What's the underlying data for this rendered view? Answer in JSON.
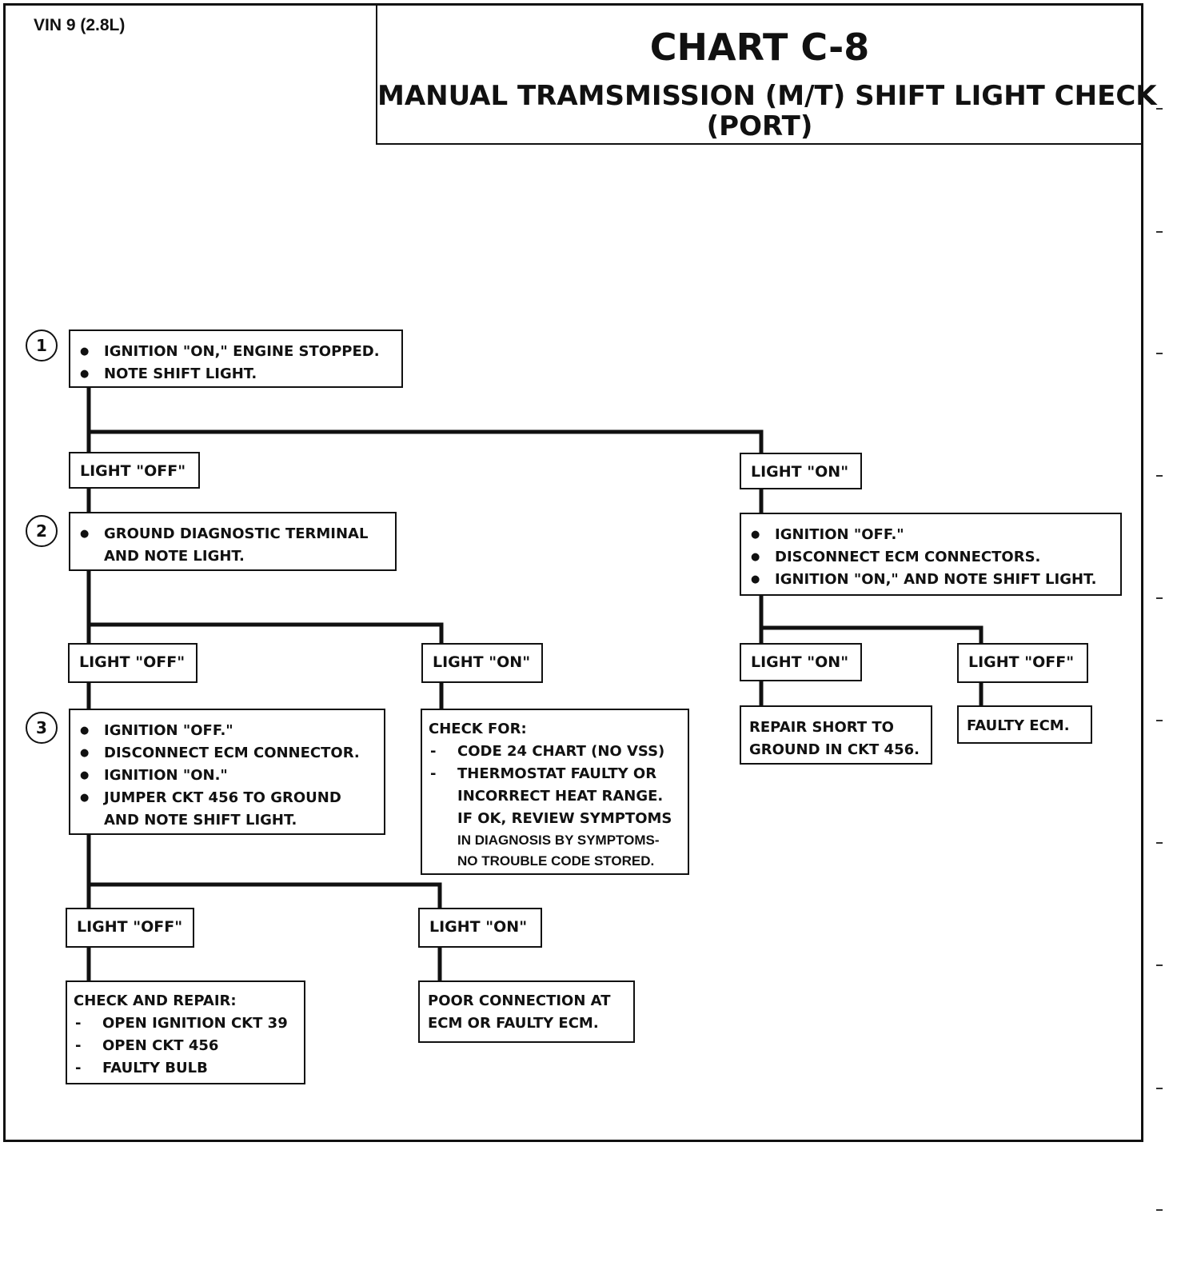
{
  "vin": "VIN 9 (2.8L)",
  "title": {
    "chart": "CHART C-8",
    "line1": "MANUAL TRAMSMISSION (M/T) SHIFT LIGHT CHECK",
    "line2": "(PORT)"
  },
  "steps": {
    "s1": "1",
    "s2": "2",
    "s3": "3"
  },
  "nodes": {
    "step1": {
      "items": [
        "IGNITION \"ON,\" ENGINE STOPPED.",
        "NOTE SHIFT LIGHT."
      ]
    },
    "step1_off": "LIGHT \"OFF\"",
    "step1_on": "LIGHT \"ON\"",
    "step2": {
      "items": [
        "GROUND DIAGNOSTIC TERMINAL AND NOTE LIGHT."
      ]
    },
    "right_check": {
      "items": [
        "IGNITION \"OFF.\"",
        "DISCONNECT ECM CONNECTORS.",
        "IGNITION \"ON,\" AND NOTE SHIFT LIGHT."
      ]
    },
    "step2_off": "LIGHT \"OFF\"",
    "step2_on": "LIGHT \"ON\"",
    "right_on": "LIGHT \"ON\"",
    "right_off": "LIGHT \"OFF\"",
    "step3": {
      "items": [
        "IGNITION \"OFF.\"",
        "DISCONNECT ECM CONNECTOR.",
        "IGNITION \"ON.\"",
        "JUMPER CKT 456 TO GROUND AND NOTE SHIFT LIGHT."
      ]
    },
    "check_for": {
      "heading": "CHECK FOR:",
      "items": [
        "CODE 24 CHART (NO VSS)",
        "THERMOSTAT FAULTY OR INCORRECT HEAT RANGE."
      ],
      "note1": "IF OK, REVIEW SYMPTOMS",
      "note2": "IN DIAGNOSIS BY SYMPTOMS-",
      "note3": "NO TROUBLE CODE STORED."
    },
    "repair_short": "REPAIR SHORT TO GROUND IN CKT 456.",
    "faulty_ecm": "FAULTY ECM.",
    "step3_off": "LIGHT \"OFF\"",
    "step3_on": "LIGHT \"ON\"",
    "check_repair": {
      "heading": "CHECK AND REPAIR:",
      "items": [
        "OPEN IGNITION CKT 39",
        "OPEN CKT 456",
        "FAULTY BULB"
      ]
    },
    "poor_connection": "POOR CONNECTION AT ECM OR FAULTY ECM."
  }
}
